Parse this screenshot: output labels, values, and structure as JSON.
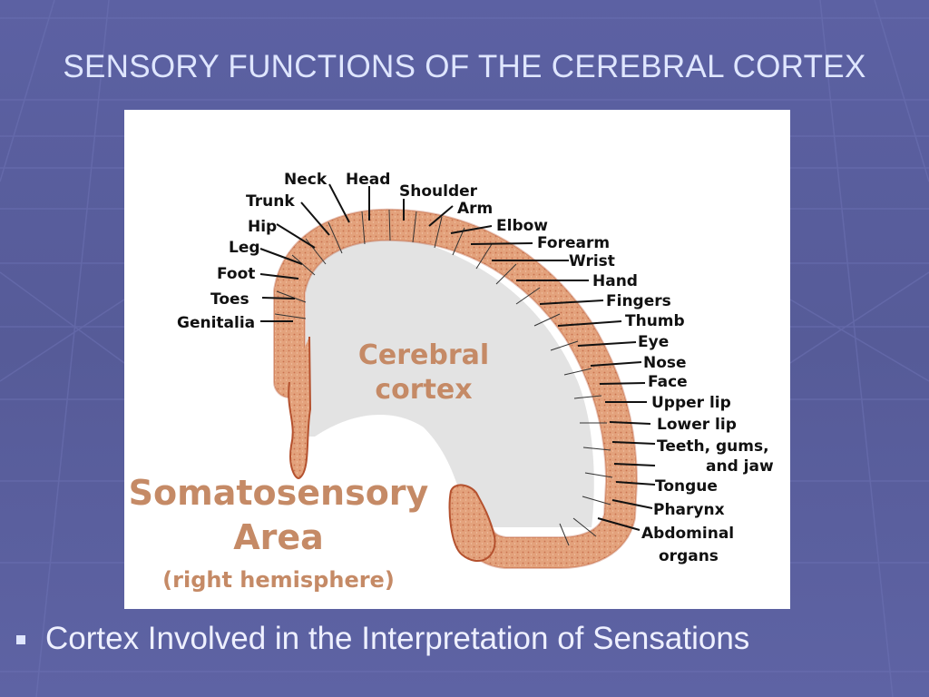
{
  "slide": {
    "title": "SENSORY FUNCTIONS OF THE CEREBRAL CORTEX",
    "bullet": "Cortex Involved in the Interpretation of Sensations"
  },
  "figure": {
    "center_label": [
      "Cerebral",
      "cortex"
    ],
    "area_label": [
      "Somatosensory",
      "Area"
    ],
    "area_sublabel": "(right hemisphere)",
    "body_parts": {
      "neck": "Neck",
      "head": "Head",
      "shoulder": "Shoulder",
      "trunk": "Trunk",
      "arm": "Arm",
      "hip": "Hip",
      "elbow": "Elbow",
      "leg": "Leg",
      "forearm": "Forearm",
      "wrist": "Wrist",
      "foot": "Foot",
      "hand": "Hand",
      "toes": "Toes",
      "fingers": "Fingers",
      "genitalia": "Genitalia",
      "thumb": "Thumb",
      "eye": "Eye",
      "nose": "Nose",
      "face": "Face",
      "upper_lip": "Upper lip",
      "lower_lip": "Lower lip",
      "teeth_line1": "Teeth, gums,",
      "teeth_line2": "and jaw",
      "tongue": "Tongue",
      "pharynx": "Pharynx",
      "abdominal_line1": "Abdominal",
      "abdominal_line2": "organs"
    }
  },
  "colors": {
    "background": "#5a5f9e",
    "title": "#dfe6ff",
    "cortex_fill": "#e0a07a",
    "cortex_outline": "#b4512e",
    "interior": "#e3e3e3",
    "label_brown": "#c58a66"
  }
}
